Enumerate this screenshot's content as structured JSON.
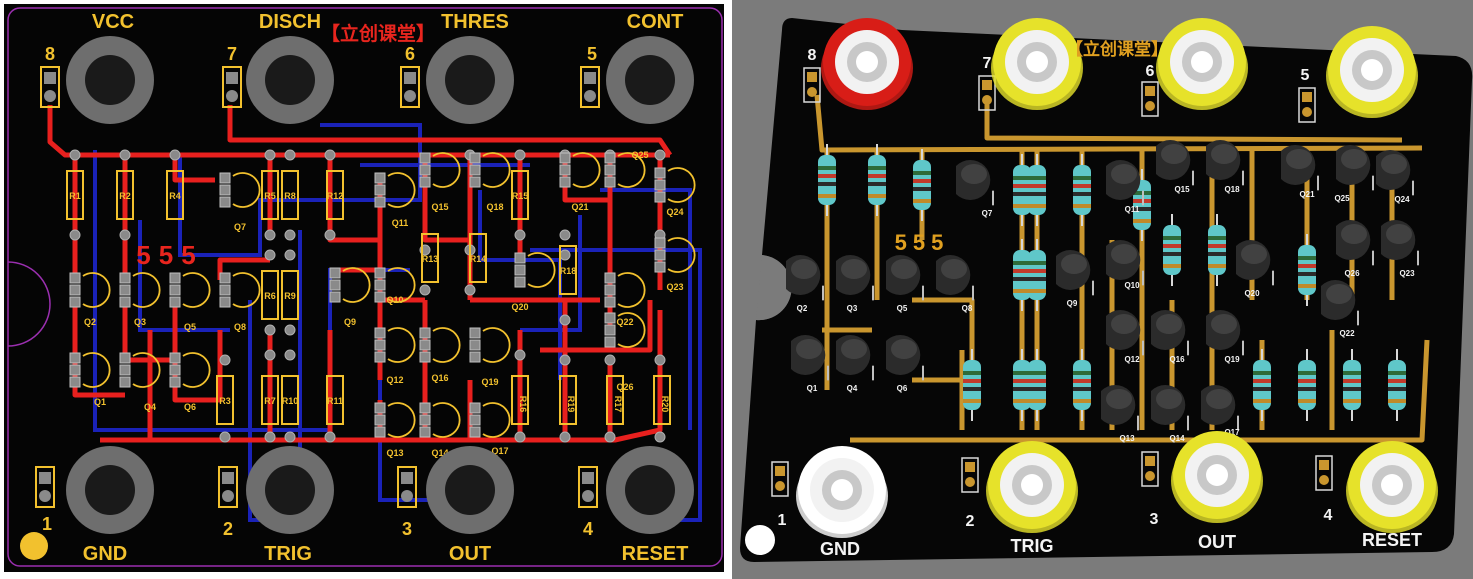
{
  "brand_text": "【立创课堂】",
  "chip_label": "555",
  "pins": [
    {
      "num": "8",
      "name": "VCC"
    },
    {
      "num": "7",
      "name": "DISCH"
    },
    {
      "num": "6",
      "name": "THRES"
    },
    {
      "num": "5",
      "name": "CONT"
    },
    {
      "num": "1",
      "name": "GND"
    },
    {
      "num": "2",
      "name": "TRIG"
    },
    {
      "num": "3",
      "name": "OUT"
    },
    {
      "num": "4",
      "name": "RESET"
    }
  ],
  "resistors": [
    "R1",
    "R2",
    "R4",
    "R5",
    "R8",
    "R12",
    "R15",
    "R6",
    "R9",
    "R13",
    "R14",
    "R18",
    "R3",
    "R7",
    "R10",
    "R11",
    "R16",
    "R19",
    "R17",
    "R20"
  ],
  "transistors": [
    "Q1",
    "Q2",
    "Q3",
    "Q4",
    "Q5",
    "Q6",
    "Q7",
    "Q8",
    "Q9",
    "Q10",
    "Q11",
    "Q12",
    "Q13",
    "Q14",
    "Q15",
    "Q16",
    "Q17",
    "Q18",
    "Q19",
    "Q20",
    "Q21",
    "Q22",
    "Q23",
    "Q24",
    "Q25",
    "Q26"
  ],
  "colors": {
    "board": "#050505",
    "outline": "#9b2fb0",
    "top_copper": "#e8201e",
    "bottom_copper": "#1a22b8",
    "silkscreen": "#f2c12e",
    "pad": "#7a7a7a",
    "copper_3d": "#c9962e",
    "background_3d": "#7b7b7b"
  },
  "icons": [
    "banana-jack-icon",
    "header-2pin-icon",
    "transistor-to92-icon",
    "resistor-icon"
  ]
}
